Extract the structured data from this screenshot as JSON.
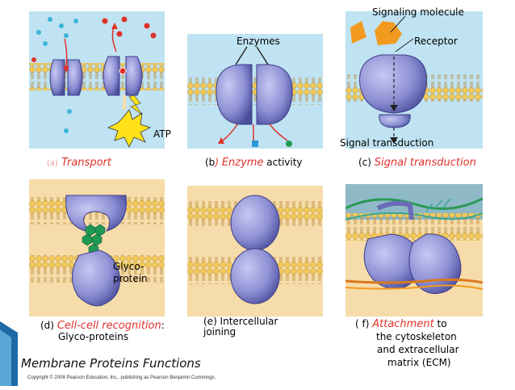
{
  "panels": {
    "a": {
      "prefix": "(a)",
      "title": "Transport",
      "atp": "ATP"
    },
    "b": {
      "prefix": "(b",
      "paren": ")",
      "title": "Enzyme",
      "suffix": "activity",
      "enzymes": "Enzymes"
    },
    "c": {
      "prefix": "(c)",
      "title": "Signal transduction",
      "signaling_molecule": "Signaling molecule",
      "receptor": "Receptor",
      "signal_transduction": "Signal transduction"
    },
    "d": {
      "prefix": "(d)",
      "title": "Cell-cell recognition",
      "colon": ":",
      "sub": "Glyco-proteins",
      "glyco1": "Glyco-",
      "glyco2": "protein"
    },
    "e": {
      "line1": "(e) Intercellular",
      "line2": "joining"
    },
    "f": {
      "prefix": "( f)",
      "title": "Attachment",
      "to": "to",
      "line2": "the cytoskeleton",
      "line3": "and extracellular",
      "line4": "matrix (ECM)"
    }
  },
  "footer": {
    "title": "Membrane Proteins Functions",
    "copyright": "Copyright © 2008 Pearson Education, Inc., publishing as Pearson Benjamin Cummings."
  },
  "colors": {
    "sky": "#bfe3f2",
    "membrane_bg": "#f6dcaa",
    "lipid_head": "#f2c95a",
    "protein": "#8d8fd4",
    "protein_dark": "#3d3f8a",
    "label_red": "#e0312a",
    "signal_orange": "#f29a1f",
    "glyco_green": "#1f9a55",
    "corner_blue": "#1e6aa6"
  }
}
